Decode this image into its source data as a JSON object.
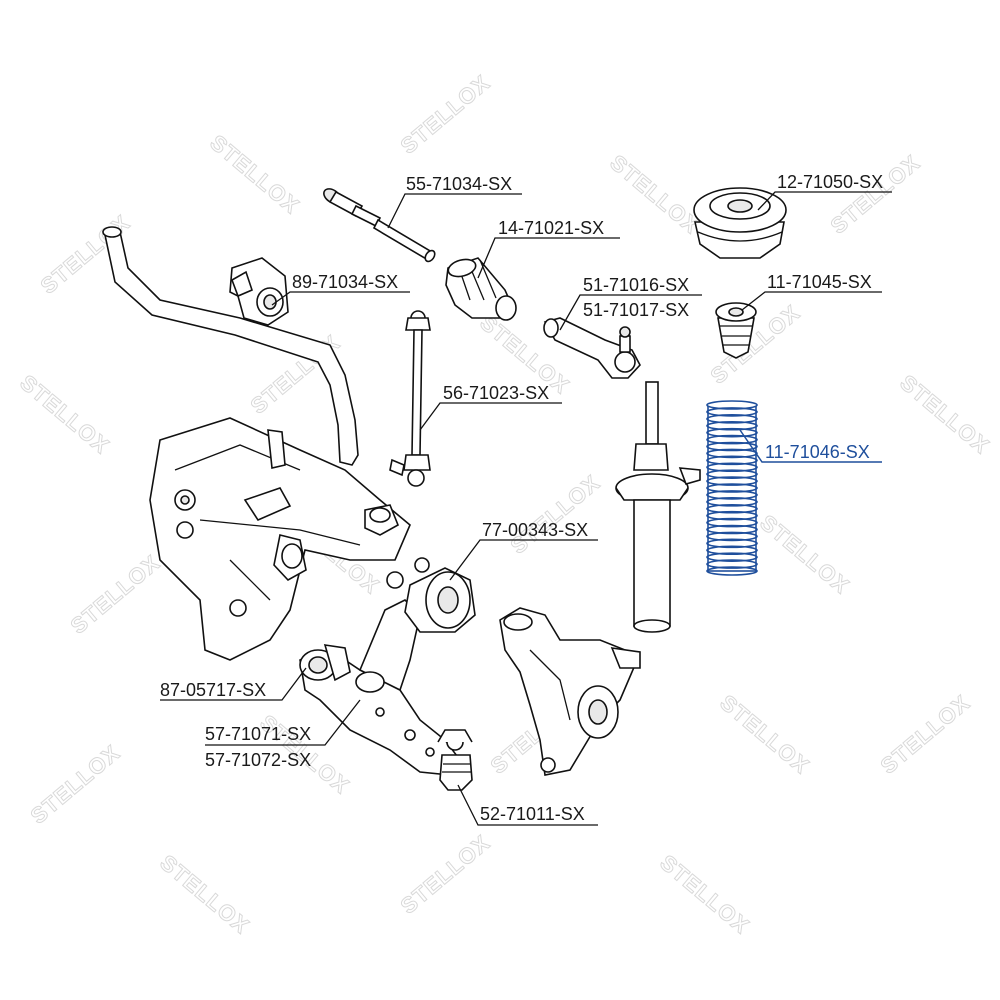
{
  "watermark": {
    "text": "STELLOX"
  },
  "highlight_color": "#1f4f9c",
  "labels": [
    {
      "id": "p1",
      "text": "55-71034-SX"
    },
    {
      "id": "p2",
      "text": "14-71021-SX"
    },
    {
      "id": "p3",
      "text": "89-71034-SX"
    },
    {
      "id": "p4",
      "text": "51-71016-SX"
    },
    {
      "id": "p5",
      "text": "51-71017-SX"
    },
    {
      "id": "p6",
      "text": "12-71050-SX"
    },
    {
      "id": "p7",
      "text": "11-71045-SX"
    },
    {
      "id": "p8",
      "text": "56-71023-SX"
    },
    {
      "id": "p9",
      "text": "11-71046-SX",
      "highlighted": true
    },
    {
      "id": "p10",
      "text": "77-00343-SX"
    },
    {
      "id": "p11",
      "text": "87-05717-SX"
    },
    {
      "id": "p12",
      "text": "57-71071-SX"
    },
    {
      "id": "p13",
      "text": "57-71072-SX"
    },
    {
      "id": "p14",
      "text": "52-71011-SX"
    }
  ]
}
